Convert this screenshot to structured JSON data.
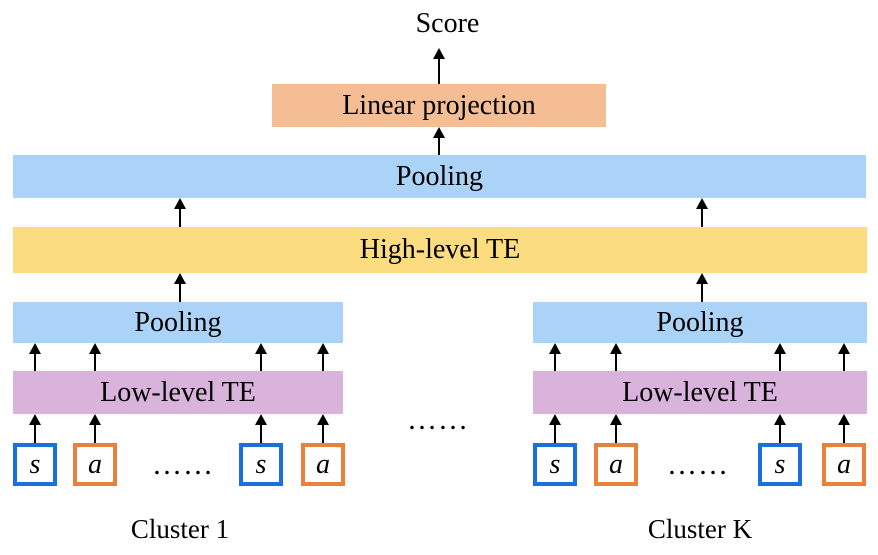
{
  "diagram": {
    "score_label": "Score",
    "linear_projection_label": "Linear projection",
    "pooling_label": "Pooling",
    "high_level_te_label": "High-level TE",
    "between_clusters_ellipsis": "……"
  },
  "clusters": [
    {
      "label": "Cluster 1",
      "pooling_label": "Pooling",
      "low_level_te_label": "Low-level TE",
      "ellipsis": "……",
      "units": [
        {
          "type": "state",
          "label": "s"
        },
        {
          "type": "action",
          "label": "a"
        },
        {
          "type": "state",
          "label": "s"
        },
        {
          "type": "action",
          "label": "a"
        }
      ]
    },
    {
      "label": "Cluster K",
      "pooling_label": "Pooling",
      "low_level_te_label": "Low-level TE",
      "ellipsis": "……",
      "units": [
        {
          "type": "state",
          "label": "s"
        },
        {
          "type": "action",
          "label": "a"
        },
        {
          "type": "state",
          "label": "s"
        },
        {
          "type": "action",
          "label": "a"
        }
      ]
    }
  ],
  "colors": {
    "linear_projection": "#F5BD94",
    "pooling": "#ABD2F7",
    "high_level_te": "#FCDC80",
    "low_level_te": "#D9B3DB",
    "state_border": "#1B70DC",
    "action_border": "#E8813B",
    "arrow": "#000000"
  }
}
